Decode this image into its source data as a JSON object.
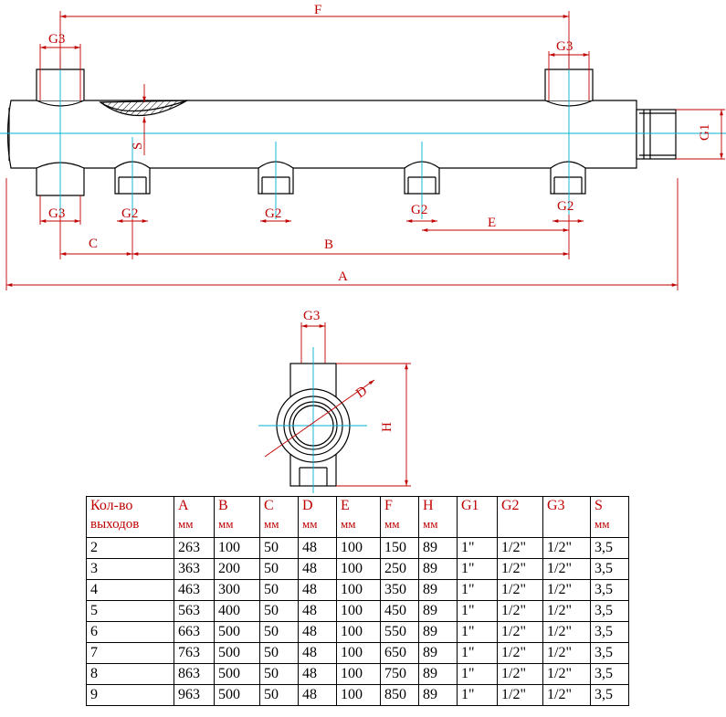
{
  "labels": {
    "F": "F",
    "A": "A",
    "B": "B",
    "C": "C",
    "E": "E",
    "S": "S",
    "G1": "G1",
    "G2": "G2",
    "G3": "G3",
    "D": "D",
    "H": "H"
  },
  "table": {
    "headers": [
      {
        "name": "Кол-во",
        "unit": "выходов"
      },
      {
        "name": "A",
        "unit": "мм"
      },
      {
        "name": "B",
        "unit": "мм"
      },
      {
        "name": "C",
        "unit": "мм"
      },
      {
        "name": "D",
        "unit": "мм"
      },
      {
        "name": "E",
        "unit": "мм"
      },
      {
        "name": "F",
        "unit": "мм"
      },
      {
        "name": "H",
        "unit": "мм"
      },
      {
        "name": "G1",
        "unit": ""
      },
      {
        "name": "G2",
        "unit": ""
      },
      {
        "name": "G3",
        "unit": ""
      },
      {
        "name": "S",
        "unit": "мм"
      }
    ],
    "rows": [
      [
        "2",
        "263",
        "100",
        "50",
        "48",
        "100",
        "150",
        "89",
        "1\"",
        "1/2\"",
        "1/2\"",
        "3,5"
      ],
      [
        "3",
        "363",
        "200",
        "50",
        "48",
        "100",
        "250",
        "89",
        "1\"",
        "1/2\"",
        "1/2\"",
        "3,5"
      ],
      [
        "4",
        "463",
        "300",
        "50",
        "48",
        "100",
        "350",
        "89",
        "1\"",
        "1/2\"",
        "1/2\"",
        "3,5"
      ],
      [
        "5",
        "563",
        "400",
        "50",
        "48",
        "100",
        "450",
        "89",
        "1\"",
        "1/2\"",
        "1/2\"",
        "3,5"
      ],
      [
        "6",
        "663",
        "500",
        "50",
        "48",
        "100",
        "550",
        "89",
        "1\"",
        "1/2\"",
        "1/2\"",
        "3,5"
      ],
      [
        "7",
        "763",
        "500",
        "50",
        "48",
        "100",
        "650",
        "89",
        "1\"",
        "1/2\"",
        "1/2\"",
        "3,5"
      ],
      [
        "8",
        "863",
        "500",
        "50",
        "48",
        "100",
        "750",
        "89",
        "1\"",
        "1/2\"",
        "1/2\"",
        "3,5"
      ],
      [
        "9",
        "963",
        "500",
        "50",
        "48",
        "100",
        "850",
        "89",
        "1\"",
        "1/2\"",
        "1/2\"",
        "3,5"
      ]
    ]
  }
}
